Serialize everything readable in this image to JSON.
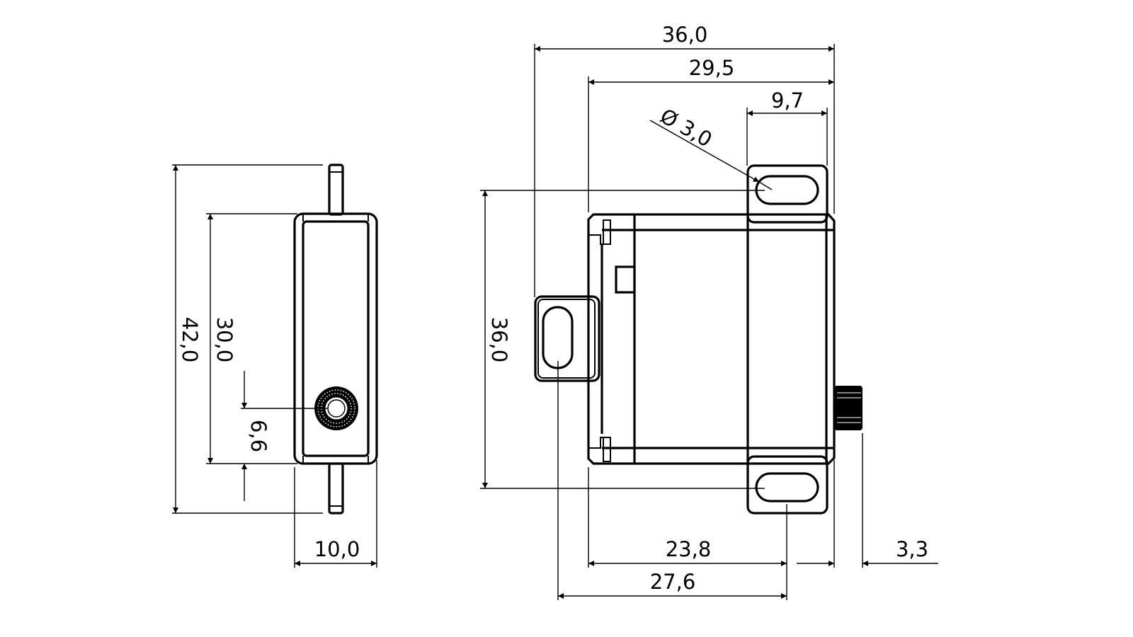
{
  "side_view": {
    "dimensions": {
      "total_height": "42,0",
      "body_height": "30,0",
      "shaft_offset": "6,6",
      "width": "10,0"
    }
  },
  "front_view": {
    "dimensions": {
      "overall_width": "36,0",
      "body_width": "29,5",
      "tab_width": "9,7",
      "hole_diameter": "Ø 3,0",
      "hole_spacing": "36,0",
      "body_to_hole": "23,8",
      "hole_to_hole_horizontal": "27,6",
      "shaft_height": "3,3"
    }
  },
  "colors": {
    "line": "#000000",
    "background": "#ffffff"
  }
}
